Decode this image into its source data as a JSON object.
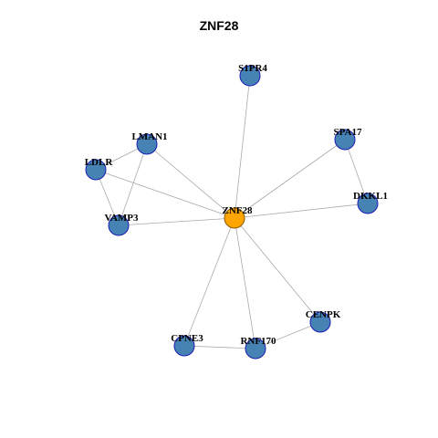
{
  "title": "ZNF28",
  "colors": {
    "hub": "#FFA500",
    "node": "#4682B4",
    "node_border": "#1C1CB4",
    "hub_border": "#8B5A00",
    "edge": "#AAAAAA"
  },
  "nodes": [
    {
      "id": "ZNF28",
      "hub": true
    },
    {
      "id": "S1PR4"
    },
    {
      "id": "LMAN1"
    },
    {
      "id": "LDLR"
    },
    {
      "id": "VAMP3"
    },
    {
      "id": "SPA17"
    },
    {
      "id": "DKKL1"
    },
    {
      "id": "CENPK"
    },
    {
      "id": "RNF170"
    },
    {
      "id": "CPNE3"
    }
  ],
  "edges": [
    [
      "ZNF28",
      "S1PR4"
    ],
    [
      "ZNF28",
      "LMAN1"
    ],
    [
      "ZNF28",
      "LDLR"
    ],
    [
      "ZNF28",
      "VAMP3"
    ],
    [
      "ZNF28",
      "SPA17"
    ],
    [
      "ZNF28",
      "DKKL1"
    ],
    [
      "ZNF28",
      "CENPK"
    ],
    [
      "ZNF28",
      "RNF170"
    ],
    [
      "ZNF28",
      "CPNE3"
    ],
    [
      "LMAN1",
      "LDLR"
    ],
    [
      "LMAN1",
      "VAMP3"
    ],
    [
      "LDLR",
      "VAMP3"
    ],
    [
      "SPA17",
      "DKKL1"
    ],
    [
      "CENPK",
      "RNF170"
    ],
    [
      "RNF170",
      "CPNE3"
    ]
  ]
}
